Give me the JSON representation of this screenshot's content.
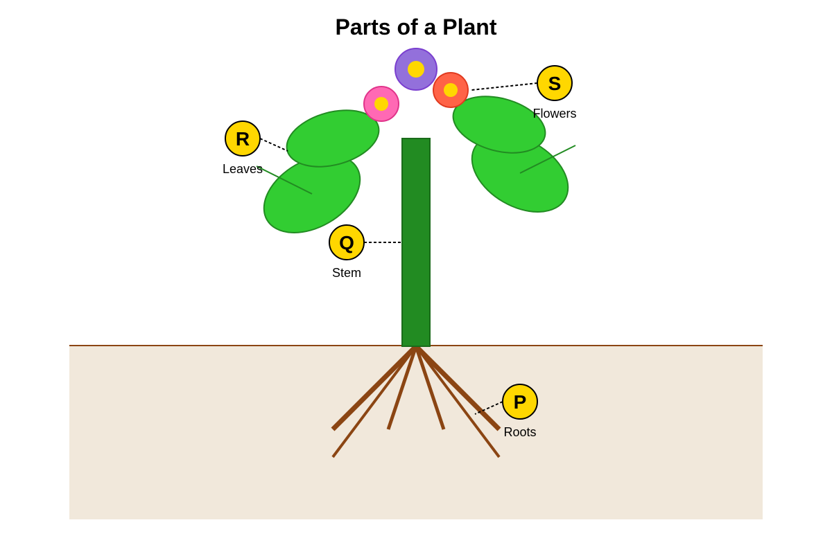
{
  "title": "Parts of a Plant",
  "colors": {
    "soil": "#f1e8db",
    "soil_line": "#8b4513",
    "root": "#8b4513",
    "stem_fill": "#228b22",
    "stem_stroke": "#1a6b1a",
    "leaf_fill": "#32cd32",
    "leaf_stroke": "#228b22",
    "marker_fill": "#ffd700",
    "marker_stroke": "#000000",
    "flower_center": "#ffd700"
  },
  "flowers": [
    {
      "name": "pink-flower",
      "petal": "#ff69b4",
      "outline": "#e0338a"
    },
    {
      "name": "purple-flower",
      "petal": "#9370db",
      "outline": "#7a3fcf"
    },
    {
      "name": "red-flower",
      "petal": "#ff6347",
      "outline": "#e03a1f"
    }
  ],
  "markers": {
    "roots": {
      "letter": "P",
      "caption": "Roots"
    },
    "stem": {
      "letter": "Q",
      "caption": "Stem"
    },
    "leaves": {
      "letter": "R",
      "caption": "Leaves"
    },
    "flowers": {
      "letter": "S",
      "caption": "Flowers"
    }
  }
}
